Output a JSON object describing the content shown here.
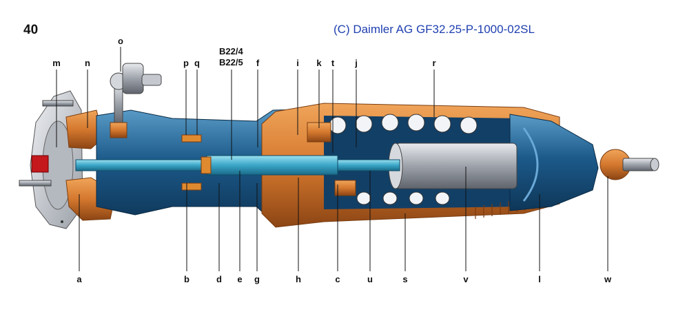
{
  "figure_number": "40",
  "copyright": "(C) Daimler AG  GF32.25-P-1000-02SL",
  "sensor_labels": [
    "B22/4",
    "B22/5"
  ],
  "top_labels": [
    "m",
    "n",
    "o",
    "p",
    "q",
    "f",
    "i",
    "k",
    "t",
    "j",
    "r"
  ],
  "bottom_labels": [
    "a",
    "b",
    "d",
    "e",
    "g",
    "h",
    "c",
    "u",
    "s",
    "v",
    "l",
    "w"
  ],
  "colors": {
    "body_blue": "#1c5a8a",
    "shaft_cyan": "#3aa6c8",
    "spring_orange": "#d4782e",
    "bellows_orange": "#c96a24",
    "piston_silver": "#b8bcc4",
    "flange_gray": "#c9ccd2",
    "leader_line": "#111111"
  }
}
